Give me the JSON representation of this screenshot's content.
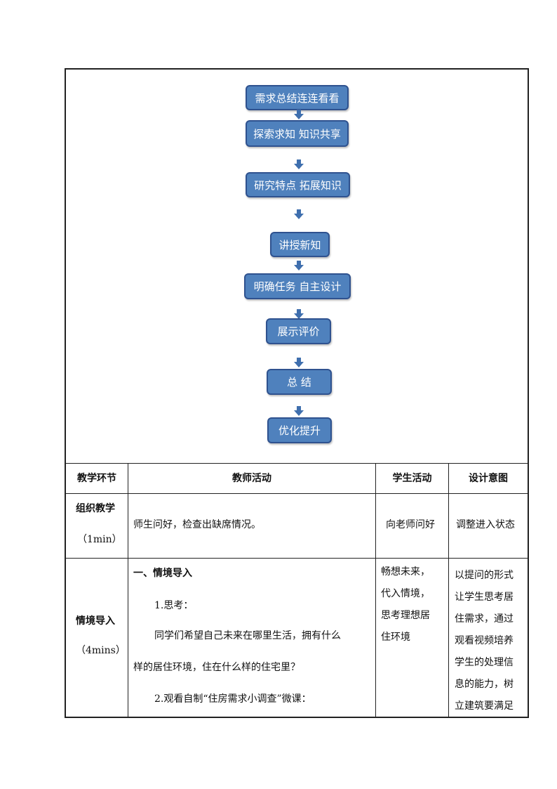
{
  "flowchart": {
    "steps": [
      "需求总结连连看看",
      "探索求知 知识共享",
      "研究特点 拓展知识",
      "讲授新知",
      "明确任务 自主设计",
      "展示评价",
      "总 结",
      "优化提升"
    ],
    "box_color": "#4f81bd",
    "border_color": "#2f528f",
    "arrow_color": "#3f6fae"
  },
  "table": {
    "headers": [
      "教学环节",
      "教师活动",
      "学生活动",
      "设计意图"
    ],
    "row1": {
      "stage_name": "组织教学",
      "stage_time": "（1min）",
      "teacher": "师生问好，检查出缺席情况。",
      "student": "向老师问好",
      "intent": "调整进入状态"
    },
    "row2": {
      "stage_name": "情境导入",
      "stage_time": "（4mins）",
      "teacher_lines": [
        "一、情境导入",
        "1.思考：",
        "同学们希望自己未来在哪里生活，拥有什么",
        "样的居住环境，住在什么样的住宅里？",
        "2.观看自制“住房需求小调查”微课："
      ],
      "student_lines": [
        "畅想未来，",
        "代入情境，",
        "思考理想居",
        "住环境"
      ],
      "intent_lines": [
        "以提问的形式",
        "让学生思考居",
        "住需求，通过",
        "观看视频培养",
        "学生的处理信",
        "息的能力，树",
        "立建筑要满足"
      ]
    }
  }
}
